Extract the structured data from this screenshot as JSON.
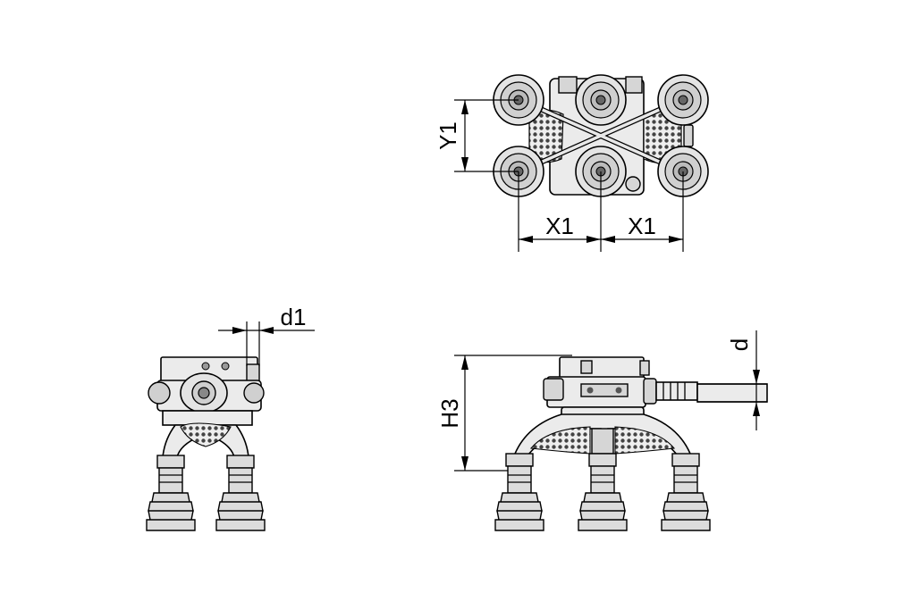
{
  "colors": {
    "line": "#000000",
    "background": "#ffffff",
    "body": "#ebebeb",
    "shade": "#d6d6d6",
    "mesh": "#555555"
  },
  "dimensions": {
    "y1": "Y1",
    "x1_left": "X1",
    "x1_right": "X1",
    "d1": "d1",
    "h3": "H3",
    "d": "d"
  }
}
